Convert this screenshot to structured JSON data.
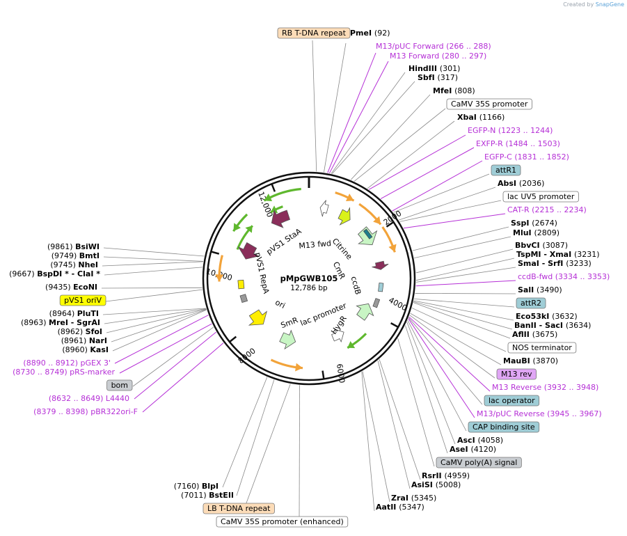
{
  "credit": {
    "prefix": "Created by",
    "brand": "SnapGene"
  },
  "center": {
    "name": "pMpGWB105",
    "size": "12,786 bp"
  },
  "ticks": [
    "2000",
    "4000",
    "6000",
    "8000",
    "10,000",
    "12,000"
  ],
  "colors": {
    "primer": "#b52fd6",
    "orange_box": "#fcdcb8",
    "gray_box": "#c9cdd1",
    "blue_box": "#9fcdd6",
    "yellow_box": "#ffff00",
    "purple_box": "#e0a6f5",
    "white_box": "#ffffff",
    "orange_arrow": "#f2a33a",
    "green_arrow": "#5fb82e",
    "maroon": "#8a2e5a",
    "yellow_green": "#d9f21a",
    "light_green": "#c8f5c4",
    "yellow": "#ffee00"
  },
  "features": [
    {
      "name": "pVS1 StaA",
      "icon": "arrow-counterclockwise"
    },
    {
      "name": "pVS1 RepA",
      "icon": "arrow-counterclockwise"
    },
    {
      "name": "M13 fwd",
      "icon": "arrow-clockwise"
    },
    {
      "name": "Citrine",
      "icon": "arrow-clockwise"
    },
    {
      "name": "CmR",
      "icon": "arrow-clockwise"
    },
    {
      "name": "ccdB",
      "icon": "arrow-clockwise"
    },
    {
      "name": "lac promoter",
      "icon": "arrow-counterclockwise"
    },
    {
      "name": "HygR",
      "icon": "arrow-clockwise"
    },
    {
      "name": "ori",
      "icon": "box"
    },
    {
      "name": "SmR",
      "icon": "arrow-counterclockwise"
    }
  ],
  "labels": [
    {
      "name": "RB T-DNA repeat",
      "pos": "",
      "kind": "box",
      "color": "orange_box"
    },
    {
      "name": "PmeI",
      "pos": "(92)",
      "kind": "enzyme"
    },
    {
      "name": "M13/pUC Forward",
      "pos": "(266 .. 288)",
      "kind": "primer"
    },
    {
      "name": "M13 Forward",
      "pos": "(280 .. 297)",
      "kind": "primer"
    },
    {
      "name": "HindIII",
      "pos": "(301)",
      "kind": "enzyme"
    },
    {
      "name": "SbfI",
      "pos": "(317)",
      "kind": "enzyme"
    },
    {
      "name": "MfeI",
      "pos": "(808)",
      "kind": "enzyme"
    },
    {
      "name": "CaMV 35S promoter",
      "pos": "",
      "kind": "box",
      "color": "white_box"
    },
    {
      "name": "XbaI",
      "pos": "(1166)",
      "kind": "enzyme"
    },
    {
      "name": "EGFP-N",
      "pos": "(1223 .. 1244)",
      "kind": "primer"
    },
    {
      "name": "EXFP-R",
      "pos": "(1484 .. 1503)",
      "kind": "primer"
    },
    {
      "name": "EGFP-C",
      "pos": "(1831 .. 1852)",
      "kind": "primer"
    },
    {
      "name": "attR1",
      "pos": "",
      "kind": "box",
      "color": "blue_box"
    },
    {
      "name": "AbsI",
      "pos": "(2036)",
      "kind": "enzyme"
    },
    {
      "name": "lac UV5 promoter",
      "pos": "",
      "kind": "box",
      "color": "white_box"
    },
    {
      "name": "CAT-R",
      "pos": "(2215 .. 2234)",
      "kind": "primer"
    },
    {
      "name": "SspI",
      "pos": "(2674)",
      "kind": "enzyme"
    },
    {
      "name": "MluI",
      "pos": "(2809)",
      "kind": "enzyme"
    },
    {
      "name": "BbvCI",
      "pos": "(3087)",
      "kind": "enzyme"
    },
    {
      "name": "TspMI - XmaI",
      "pos": "(3231)",
      "kind": "enzyme"
    },
    {
      "name": "SmaI - SrfI",
      "pos": "(3233)",
      "kind": "enzyme"
    },
    {
      "name": "ccdB-fwd",
      "pos": "(3334 .. 3353)",
      "kind": "primer"
    },
    {
      "name": "SalI",
      "pos": "(3490)",
      "kind": "enzyme"
    },
    {
      "name": "attR2",
      "pos": "",
      "kind": "box",
      "color": "blue_box"
    },
    {
      "name": "Eco53kI",
      "pos": "(3632)",
      "kind": "enzyme"
    },
    {
      "name": "BanII - SacI",
      "pos": "(3634)",
      "kind": "enzyme"
    },
    {
      "name": "AflII",
      "pos": "(3675)",
      "kind": "enzyme"
    },
    {
      "name": "NOS terminator",
      "pos": "",
      "kind": "box",
      "color": "white_box"
    },
    {
      "name": "MauBI",
      "pos": "(3870)",
      "kind": "enzyme"
    },
    {
      "name": "M13 rev",
      "pos": "",
      "kind": "box",
      "color": "purple_box"
    },
    {
      "name": "M13 Reverse",
      "pos": "(3932 .. 3948)",
      "kind": "primer"
    },
    {
      "name": "lac operator",
      "pos": "",
      "kind": "box",
      "color": "blue_box"
    },
    {
      "name": "M13/pUC Reverse",
      "pos": "(3945 .. 3967)",
      "kind": "primer"
    },
    {
      "name": "CAP binding site",
      "pos": "",
      "kind": "box",
      "color": "blue_box"
    },
    {
      "name": "AscI",
      "pos": "(4058)",
      "kind": "enzyme"
    },
    {
      "name": "AseI",
      "pos": "(4120)",
      "kind": "enzyme"
    },
    {
      "name": "CaMV poly(A) signal",
      "pos": "",
      "kind": "box",
      "color": "gray_box"
    },
    {
      "name": "RsrII",
      "pos": "(4959)",
      "kind": "enzyme"
    },
    {
      "name": "AsiSI",
      "pos": "(5008)",
      "kind": "enzyme"
    },
    {
      "name": "ZraI",
      "pos": "(5345)",
      "kind": "enzyme"
    },
    {
      "name": "AatII",
      "pos": "(5347)",
      "kind": "enzyme"
    },
    {
      "name": "CaMV 35S promoter (enhanced)",
      "pos": "",
      "kind": "box",
      "color": "white_box"
    },
    {
      "name": "LB T-DNA repeat",
      "pos": "",
      "kind": "box",
      "color": "orange_box"
    },
    {
      "name": "BstEII",
      "pos": "(7011)",
      "kind": "enzyme"
    },
    {
      "name": "BlpI",
      "pos": "(7160)",
      "kind": "enzyme"
    },
    {
      "name": "pBR322ori-F",
      "pos": "(8379 .. 8398)",
      "kind": "primer"
    },
    {
      "name": "L4440",
      "pos": "(8632 .. 8649)",
      "kind": "primer"
    },
    {
      "name": "bom",
      "pos": "",
      "kind": "box",
      "color": "gray_box"
    },
    {
      "name": "pRS-marker",
      "pos": "(8730 .. 8749)",
      "kind": "primer"
    },
    {
      "name": "pGEX 3'",
      "pos": "(8890 .. 8912)",
      "kind": "primer"
    },
    {
      "name": "KasI",
      "pos": "(8960)",
      "kind": "enzyme"
    },
    {
      "name": "NarI",
      "pos": "(8961)",
      "kind": "enzyme"
    },
    {
      "name": "SfoI",
      "pos": "(8962)",
      "kind": "enzyme"
    },
    {
      "name": "MreI - SgrAI",
      "pos": "(8963)",
      "kind": "enzyme"
    },
    {
      "name": "PluTI",
      "pos": "(8964)",
      "kind": "enzyme"
    },
    {
      "name": "pVS1 oriV",
      "pos": "",
      "kind": "box",
      "color": "yellow_box"
    },
    {
      "name": "EcoNI",
      "pos": "(9435)",
      "kind": "enzyme"
    },
    {
      "name": "BspDI * - ClaI *",
      "pos": "(9667)",
      "kind": "enzyme"
    },
    {
      "name": "NheI",
      "pos": "(9745)",
      "kind": "enzyme"
    },
    {
      "name": "BmtI",
      "pos": "(9749)",
      "kind": "enzyme"
    },
    {
      "name": "BsiWI",
      "pos": "(9861)",
      "kind": "enzyme"
    }
  ]
}
